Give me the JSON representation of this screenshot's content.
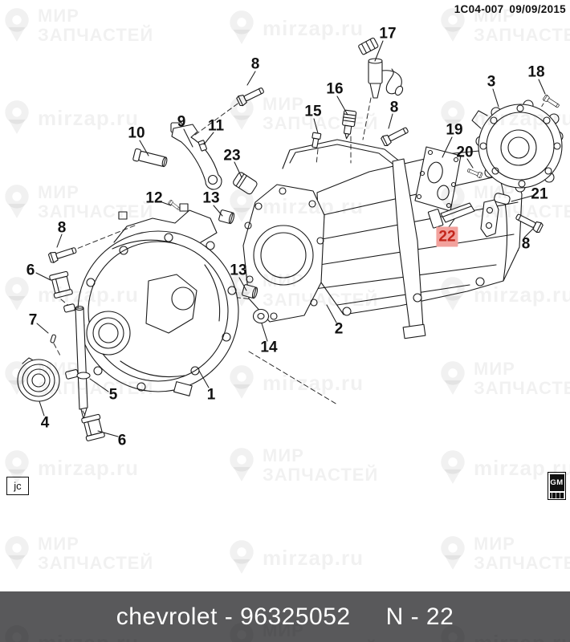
{
  "header": {
    "catalog_code": "1C04-007",
    "date": "09/09/2015"
  },
  "watermark": {
    "brand_line1": "МИР",
    "brand_line2": "ЗАПЧАСТЕЙ",
    "site": "mirzap.ru"
  },
  "stamps": {
    "author_initials": "jc",
    "brand_logo": "GM"
  },
  "footer": {
    "part_label": "chevrolet - 96325052",
    "figure_label": "N - 22"
  },
  "colors": {
    "highlight_bg": "#f2a29d",
    "highlight_text": "#c3251b",
    "banner_bg": "#59595b",
    "banner_text": "#ffffff",
    "line": "#1a1a1a",
    "watermark": "rgba(0,0,0,0.055)"
  },
  "callouts": [
    {
      "label": "8"
    },
    {
      "label": "16"
    },
    {
      "label": "15"
    },
    {
      "label": "17"
    },
    {
      "label": "8"
    },
    {
      "label": "3"
    },
    {
      "label": "18"
    },
    {
      "label": "10"
    },
    {
      "label": "9"
    },
    {
      "label": "11"
    },
    {
      "label": "23"
    },
    {
      "label": "19"
    },
    {
      "label": "20"
    },
    {
      "label": "12"
    },
    {
      "label": "13"
    },
    {
      "label": "21"
    },
    {
      "label": "8"
    },
    {
      "label": "22",
      "highlighted": true
    },
    {
      "label": "8"
    },
    {
      "label": "6"
    },
    {
      "label": "13"
    },
    {
      "label": "7"
    },
    {
      "label": "2"
    },
    {
      "label": "14"
    },
    {
      "label": "5"
    },
    {
      "label": "1"
    },
    {
      "label": "4"
    },
    {
      "label": "6"
    }
  ]
}
